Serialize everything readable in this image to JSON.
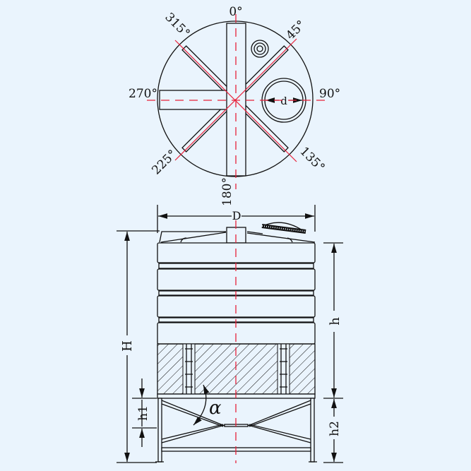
{
  "top_view": {
    "angles": {
      "a0": "0°",
      "a45": "45°",
      "a90": "90°",
      "a135": "135°",
      "a180": "180°",
      "a225": "225°",
      "a270": "270°",
      "a315": "315°"
    },
    "manhole_dim": "d"
  },
  "side_view": {
    "diameter": "D",
    "total_height": "H",
    "tank_height": "h",
    "stand_height": "h2",
    "brace_height": "h1",
    "brace_angle": "α"
  },
  "colors": {
    "background": "#eaf4fd",
    "centerline": "#e8203a",
    "line": "#111111"
  }
}
